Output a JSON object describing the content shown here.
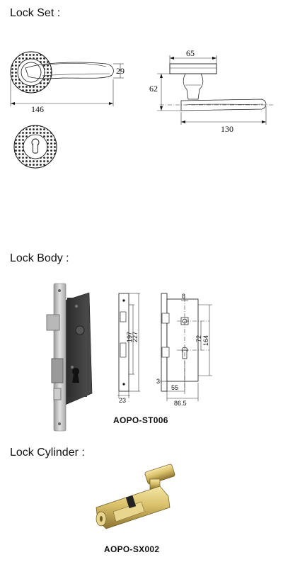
{
  "sections": {
    "lock_set": {
      "title": "Lock Set :"
    },
    "lock_body": {
      "title": "Lock Body :",
      "model": "AOPO-ST006"
    },
    "lock_cylinder": {
      "title": "Lock Cylinder :",
      "model": "AOPO-SX002"
    }
  },
  "dimensions": {
    "lock_set": {
      "lever_length": "146",
      "lever_height": "29",
      "rose_width": "65",
      "projection": "62",
      "side_length": "130"
    },
    "lock_body": {
      "faceplate_width": "23",
      "inner_height": "197",
      "total_height": "227",
      "top_offset": "8",
      "center_distance": "72",
      "side_height": "164",
      "edge": "3",
      "backset": "55",
      "body_depth": "86.5"
    }
  },
  "colors": {
    "metal_plate": "#b9b9b9",
    "lock_case": "#3a3a3a",
    "brass": "#d9c06a"
  }
}
